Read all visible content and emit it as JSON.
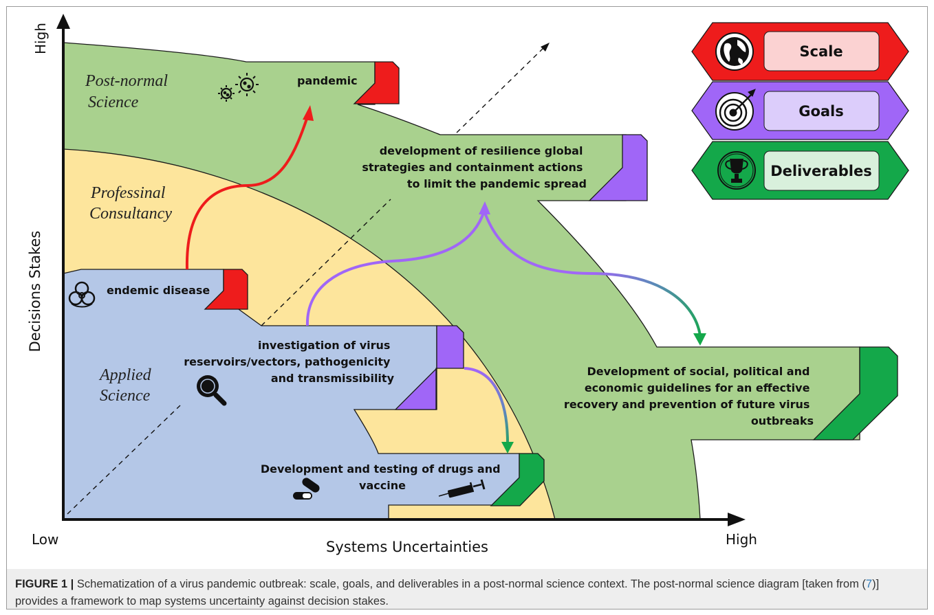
{
  "axes": {
    "y_label": "Decisions Stakes",
    "y_high": "High",
    "x_label": "Systems Uncertainties",
    "x_low": "Low",
    "x_high": "High"
  },
  "zones": {
    "post_normal": [
      "Post-normal",
      "Science"
    ],
    "professional": [
      "Professinal",
      "Consultancy"
    ],
    "applied": [
      "Applied",
      "Science"
    ]
  },
  "labels": {
    "pandemic": "pandemic",
    "endemic": "endemic disease",
    "resilience": [
      "development of resilience global",
      "strategies and containment actions",
      "to   limit the pandemic spread"
    ],
    "investigation": [
      "investigation of virus",
      "reservoirs/vectors, pathogenicity",
      "and transmissibility"
    ],
    "drugs": [
      "Development and testing of drugs and",
      "vaccine"
    ],
    "guidelines": [
      "Development of social, political and",
      "economic guidelines for an effective",
      "recovery and prevention of future virus",
      "outbreaks"
    ]
  },
  "legend": [
    {
      "label": "Scale",
      "color": "#ee1c1c",
      "fill": "#fbd2d2",
      "icon": "globe-icon"
    },
    {
      "label": "Goals",
      "color": "#a066f7",
      "fill": "#dccdfb",
      "icon": "target-icon"
    },
    {
      "label": "Deliverables",
      "color": "#14a84a",
      "fill": "#d9f0dc",
      "icon": "trophy-icon"
    }
  ],
  "colors": {
    "post_normal": "#a9d18e",
    "professional": "#fde59c",
    "applied": "#b4c7e7",
    "scale": "#ee1c1c",
    "goals": "#a066f7",
    "deliverables": "#14a84a"
  },
  "caption": {
    "label": "FIGURE 1 |",
    "text_before": " Schematization of a virus pandemic outbreak: scale, goals, and deliverables in a post-normal science context. The post-normal science diagram [taken from (",
    "ref": "7",
    "text_after": ")] provides a framework to map systems uncertainty against decision stakes."
  }
}
